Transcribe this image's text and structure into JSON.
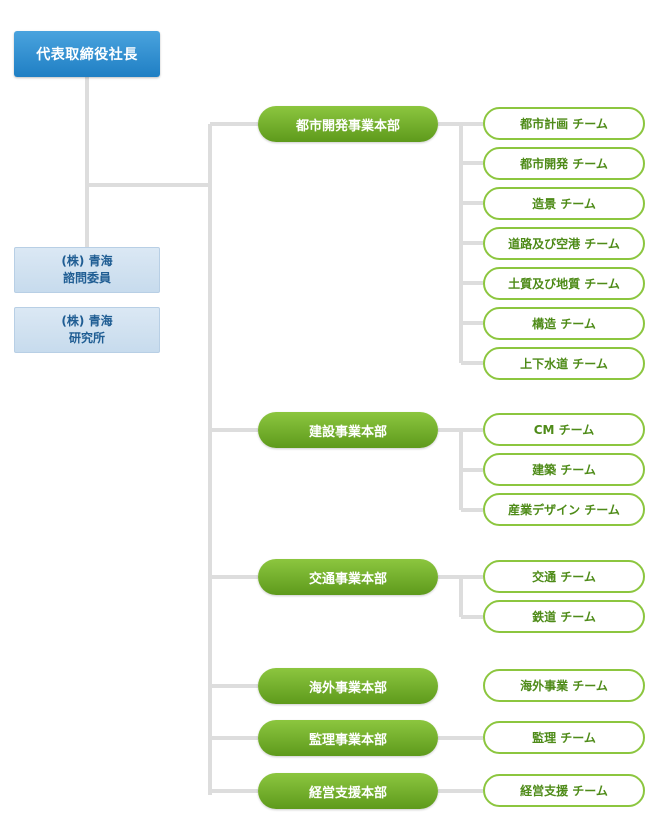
{
  "ceo": "代表取締役社長",
  "affiliates": [
    {
      "line1": "(株) 青海",
      "line2": "諮問委員"
    },
    {
      "line1": "(株) 青海",
      "line2": "研究所"
    }
  ],
  "divisions": [
    {
      "name": "都市開発事業本部",
      "teams": [
        "都市計画 チーム",
        "都市開発 チーム",
        "造景 チーム",
        "道路及び空港 チーム",
        "土質及び地質 チーム",
        "構造 チーム",
        "上下水道 チーム"
      ]
    },
    {
      "name": "建設事業本部",
      "teams": [
        "CM チーム",
        "建築 チーム",
        "産業デザイン チーム"
      ]
    },
    {
      "name": "交通事業本部",
      "teams": [
        "交通 チーム",
        "鉄道 チーム"
      ]
    },
    {
      "name": "海外事業本部",
      "teams": [
        "海外事業 チーム"
      ]
    },
    {
      "name": "監理事業本部",
      "teams": [
        "監理 チーム"
      ]
    },
    {
      "name": "経営支援本部",
      "teams": [
        "経営支援 チーム"
      ]
    }
  ],
  "colors": {
    "ceo": "#1f7fc4",
    "division": "#6aa82a",
    "team_border": "#8cc63f",
    "affiliate": "#c7dbed",
    "line": "#dddddd"
  }
}
